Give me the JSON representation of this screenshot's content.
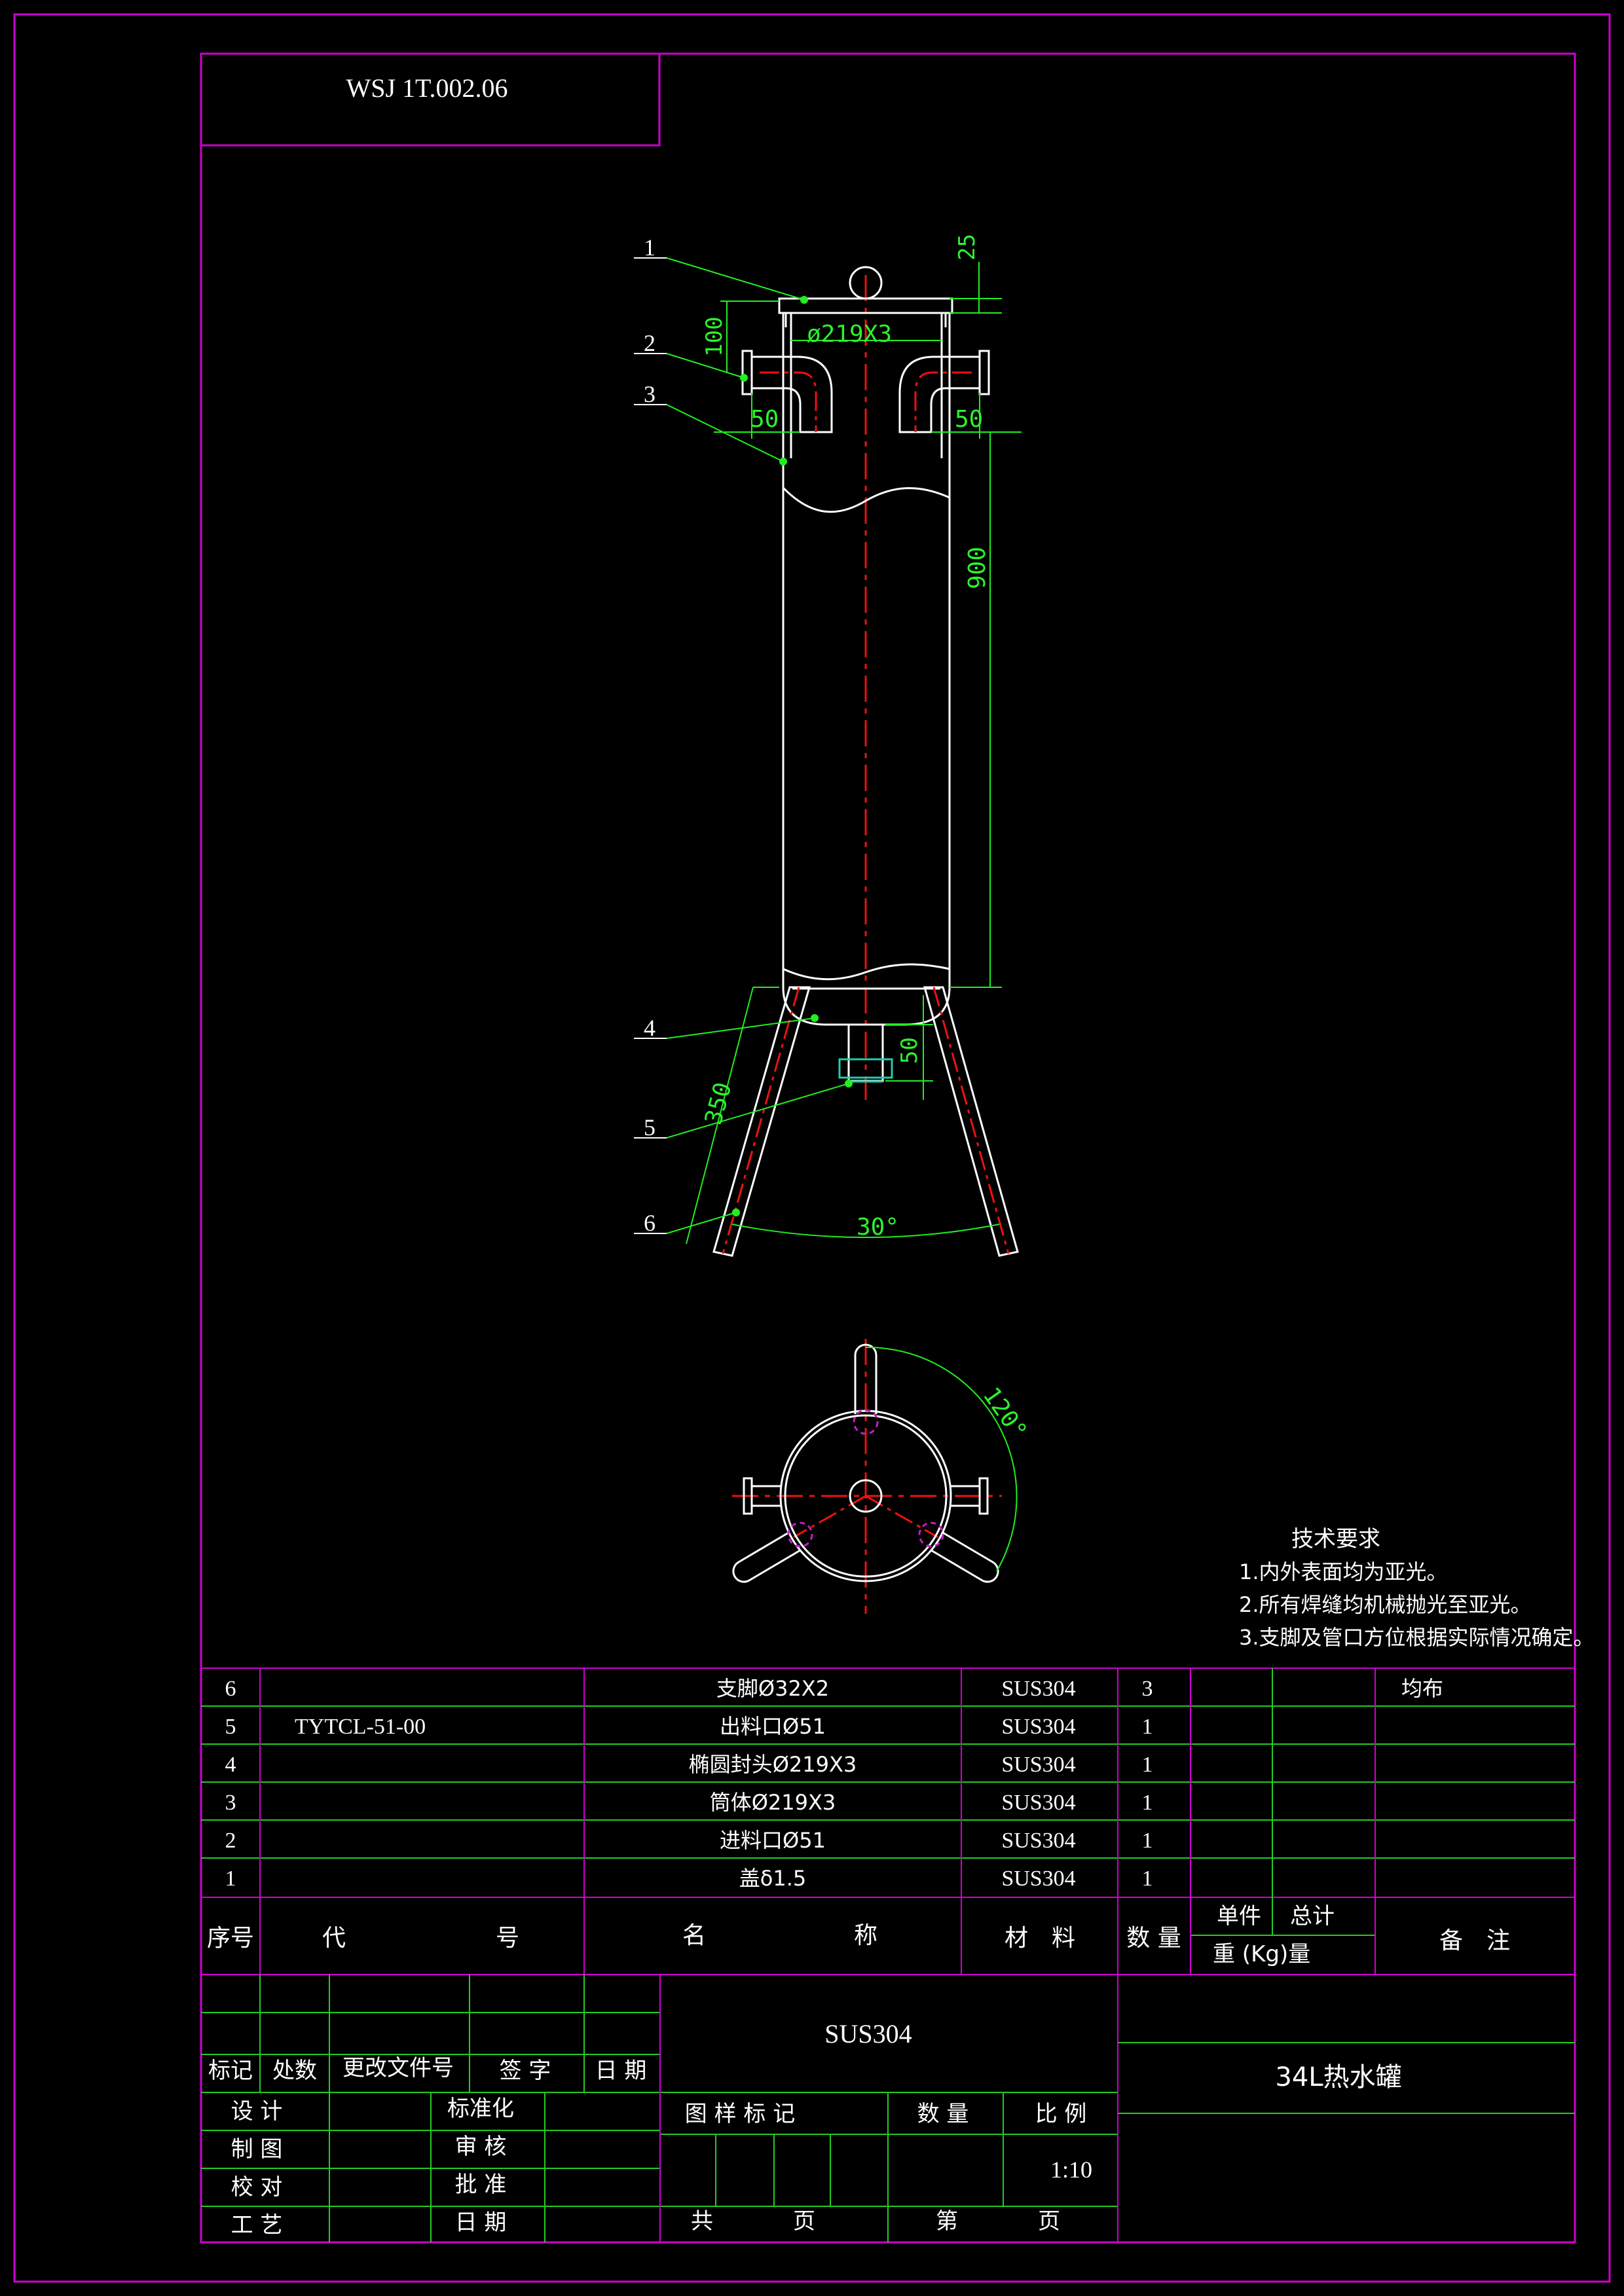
{
  "drawing_code": "WSJ 1T.002.06",
  "drawing_title": "34L热水罐",
  "material": "SUS304",
  "scale_value": "1:10",
  "colors": {
    "frame": "#d000d0",
    "outline": "#ffffff",
    "dimension": "#22ee22",
    "centerline": "#ee1111",
    "grid": "#22cc22",
    "hidden": "#c020c0"
  },
  "dimensions": {
    "d25": "25",
    "d100": "100",
    "diameter": "ø219X3",
    "d50_left": "50",
    "d50_right": "50",
    "d900": "900",
    "d50_outlet": "50",
    "d350": "350",
    "angle30": "30°",
    "angle120": "120°"
  },
  "balloons": [
    "1",
    "2",
    "3",
    "4",
    "5",
    "6"
  ],
  "tech_req": {
    "title": "技术要求",
    "items": [
      "1.内外表面均为亚光。",
      "2.所有焊缝均机械抛光至亚光。",
      "3.支脚及管口方位根据实际情况确定。"
    ]
  },
  "parts": [
    {
      "no": "6",
      "code": "",
      "name": "支脚Ø32X2",
      "mat": "SUS304",
      "qty": "3",
      "remark": "均布"
    },
    {
      "no": "5",
      "code": "TYTCL-51-00",
      "name": "出料口Ø51",
      "mat": "SUS304",
      "qty": "1",
      "remark": ""
    },
    {
      "no": "4",
      "code": "",
      "name": "椭圆封头Ø219X3",
      "mat": "SUS304",
      "qty": "1",
      "remark": ""
    },
    {
      "no": "3",
      "code": "",
      "name": "筒体Ø219X3",
      "mat": "SUS304",
      "qty": "1",
      "remark": ""
    },
    {
      "no": "2",
      "code": "",
      "name": "进料口Ø51",
      "mat": "SUS304",
      "qty": "1",
      "remark": ""
    },
    {
      "no": "1",
      "code": "",
      "name": "盖δ1.5",
      "mat": "SUS304",
      "qty": "1",
      "remark": ""
    }
  ],
  "header": {
    "no": "序号",
    "code_a": "代",
    "code_b": "号",
    "name_a": "名",
    "name_b": "称",
    "mat": "材　料",
    "qty": "数 量",
    "unit": "单件",
    "total": "总计",
    "weight": "重 (Kg)量",
    "remark": "备　注"
  },
  "title_block": {
    "mark": "标记",
    "zone": "处数",
    "change_doc": "更改文件号",
    "sign": "签 字",
    "date": "日 期",
    "design": "设 计",
    "standard": "标准化",
    "draw": "制 图",
    "review": "审 核",
    "check": "校 对",
    "approve": "批 准",
    "process": "工 艺",
    "date2": "日 期",
    "sample_mark": "图 样 标 记",
    "qty_label": "数 量",
    "scale_label": "比 例",
    "total_pages": "共",
    "page": "页",
    "nth": "第",
    "page2": "页"
  }
}
